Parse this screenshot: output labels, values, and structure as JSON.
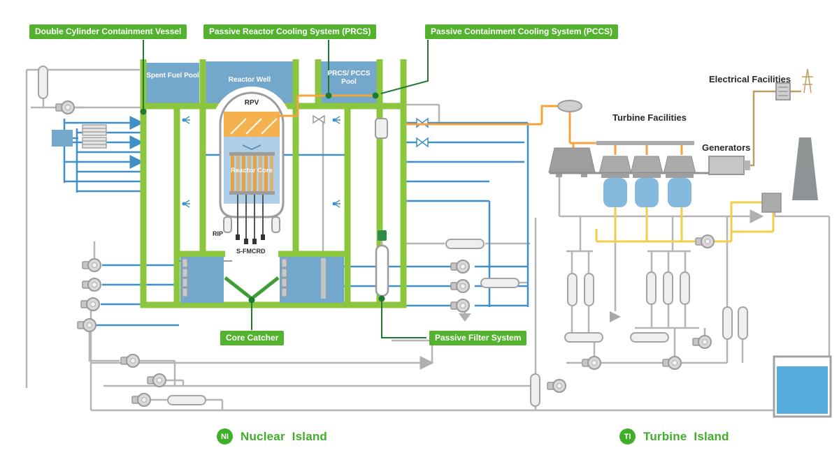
{
  "tags": {
    "containment": "Double Cylinder Containment Vessel",
    "prcs": "Passive Reactor Cooling System (PRCS)",
    "pccs": "Passive Containment Cooling System (PCCS)",
    "core_catcher": "Core Catcher",
    "passive_filter": "Passive Filter System"
  },
  "pools": {
    "spent_fuel": "Spent Fuel Pool",
    "reactor_well": "Reactor Well",
    "prcs_pccs": "PRCS/ PCCS Pool"
  },
  "reactor": {
    "vessel": "RPV",
    "core": "Reactor Core",
    "rip": "RIP",
    "sfmcrd": "S-FMCRD"
  },
  "facilities": {
    "electrical": "Electrical Facilities",
    "turbine": "Turbine Facilities",
    "generators": "Generators"
  },
  "legend": {
    "ni_abbr": "NI",
    "ni_label": "Nuclear Island",
    "ti_abbr": "TI",
    "ti_label": "Turbine Island"
  },
  "colors": {
    "tag_green": "#54B32E",
    "structure_green": "#8CC63F",
    "dark_green": "#1E7A33",
    "pool_blue": "#74A7CC",
    "pipe_blue": "#3F8FCA",
    "pipe_orange": "#F5A33C",
    "pipe_yellow": "#F2CE4A",
    "pipe_gray": "#B5B5B5",
    "electrical_tan": "#BD9E62",
    "legend_green": "#3FAE2A"
  }
}
